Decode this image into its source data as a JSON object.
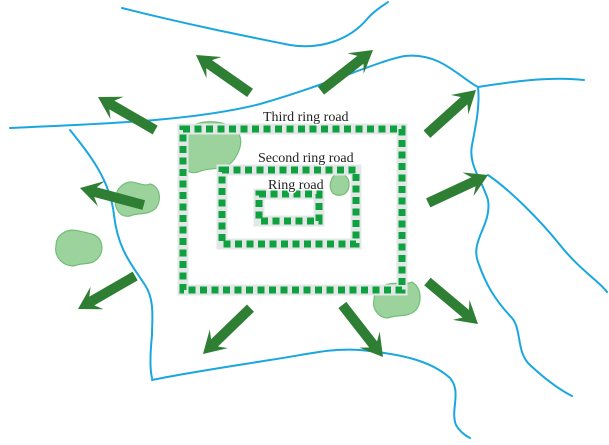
{
  "diagram": {
    "labels": {
      "third_ring": "Third ring road",
      "second_ring": "Second ring road",
      "first_ring": "Ring road"
    },
    "colors": {
      "river": "#1aa7e0",
      "ring": "#10a13f",
      "ring_background": "#e3e7e8",
      "arrow": "#2e7e34",
      "blob": "#9cd39d",
      "blob_edge": "#72be78"
    }
  }
}
